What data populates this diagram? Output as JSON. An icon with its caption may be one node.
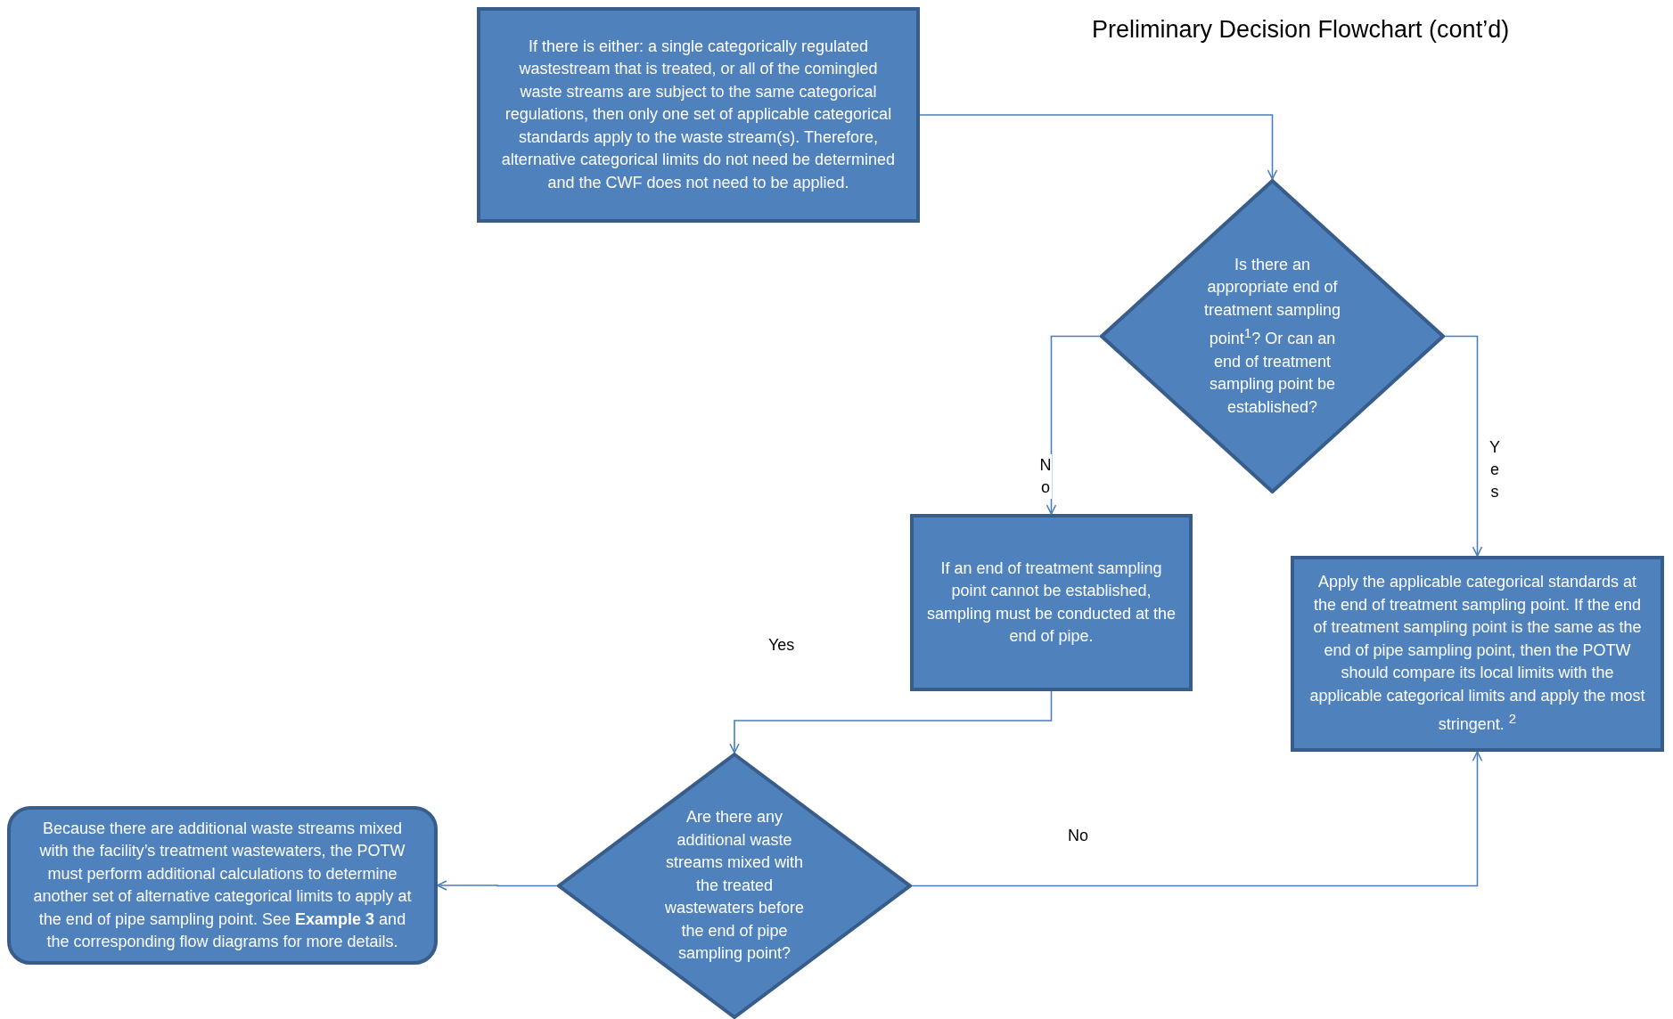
{
  "diagram": {
    "title": "Preliminary Decision Flowchart (cont’d)",
    "nodes": [
      {
        "text": [
          "If there is either: a single categorically regulated wastestream that is treated, or all of the comingled waste streams are subject to the same categorical regulations, then only one set of applicable categorical standards apply to the waste stream(s). Therefore, alternative categorical limits do not need be determined and the CWF does not need to be applied."
        ]
      },
      {
        "text": [
          "Is there an appropriate end of treatment sampling point$^{1}$? Or can an end of treatment sampling point be established?"
        ]
      },
      {
        "text": [
          "If an end of treatment sampling point cannot be established, sampling must be conducted at the end of pipe."
        ]
      },
      {
        "text": [
          "Apply the applicable categorical standards at the end of treatment sampling point. If the end of treatment sampling point is the same as the end of pipe sampling point, then the POTW should compare its local limits with the applicable categorical limits and apply the most stringent. $^{2}$"
        ]
      },
      {
        "text": [
          "Are there any additional waste streams mixed with the treated wastewaters before the end of pipe sampling point?"
        ]
      },
      {
        "text": [
          "Because there are additional waste streams mixed with the facility’s treatment wastewaters, the POTW must perform additional calculations to determine another set of alternative categorical limits to apply at the end of pipe sampling point. See **Example 3** and the corresponding flow diagrams for more details."
        ]
      }
    ],
    "edges": [
      {
        "from": 0,
        "to": 1,
        "arrow": "to"
      },
      {
        "from": 1,
        "to": 2,
        "arrow": "to",
        "label": "No"
      },
      {
        "from": 1,
        "to": 3,
        "arrow": "to",
        "label": "Yes"
      },
      {
        "from": 2,
        "to": 4,
        "arrow": "to"
      },
      {
        "from": 4,
        "to": 5,
        "arrow": "to"
      },
      {
        "from": 4,
        "to": 3,
        "arrow": "to",
        "label": "No"
      }
    ],
    "labels": [
      "Yes"
    ]
  }
}
